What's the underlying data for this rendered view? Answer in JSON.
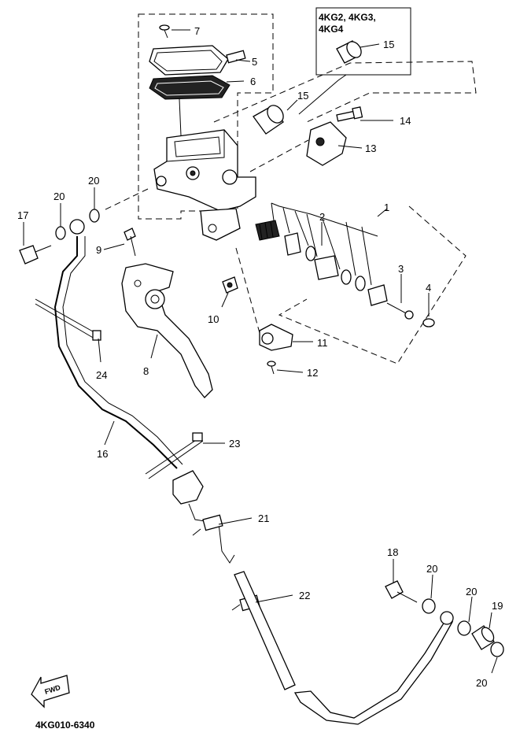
{
  "diagram": {
    "drawing_code": "4KG010-6340",
    "fwd_label": "FWD",
    "inset_models": [
      "4KG2, 4KG3,",
      "4KG4"
    ],
    "callouts": {
      "c1": "1",
      "c2": "2",
      "c3": "3",
      "c4": "4",
      "c5": "5",
      "c6": "6",
      "c7": "7",
      "c8": "8",
      "c9": "9",
      "c10": "10",
      "c11": "11",
      "c12": "12",
      "c13": "13",
      "c14": "14",
      "c15a": "15",
      "c15b": "15",
      "c16": "16",
      "c17": "17",
      "c18": "18",
      "c19": "19",
      "c20a": "20",
      "c20b": "20",
      "c20c": "20",
      "c20d": "20",
      "c20e": "20",
      "c21": "21",
      "c22": "22",
      "c23": "23",
      "c24": "24"
    }
  }
}
